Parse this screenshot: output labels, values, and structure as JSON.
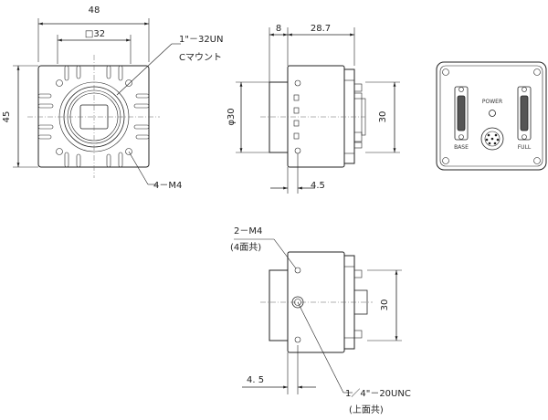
{
  "front_view": {
    "width_label": "48",
    "lens_square_label": "□32",
    "height_label": "45",
    "mount_thread_label": "1\"－32UN",
    "mount_type_label": "Cマウント",
    "holes_label": "4－M4"
  },
  "side_view": {
    "offset_label": "8",
    "depth_label": "28.7",
    "diameter_label": "φ30",
    "height_label": "30",
    "bottom_label": "4.5"
  },
  "rear_view": {
    "power_label": "POWER",
    "base_label": "BASE",
    "full_label": "FULL"
  },
  "bottom_view": {
    "holes_label": "2－M4",
    "holes_note": "(4面共)",
    "height_label": "30",
    "offset_label": "4. 5",
    "tripod_label": "1／4\"－20UNC",
    "tripod_note": "(上面共)"
  }
}
